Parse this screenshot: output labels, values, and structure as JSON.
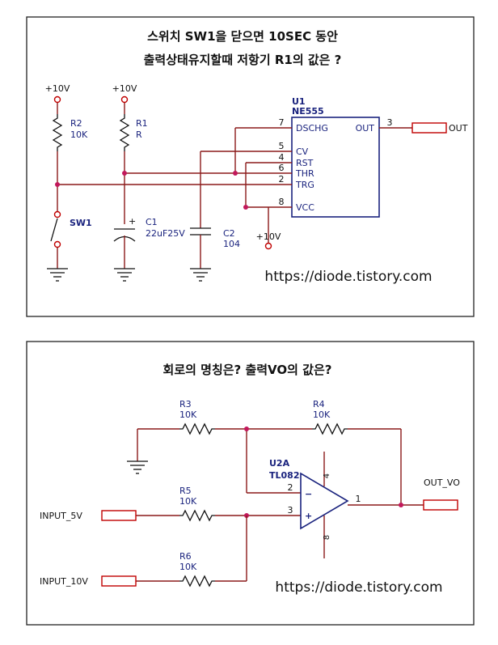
{
  "panel1": {
    "title_line1": "스위치 SW1을 닫으면 10SEC 동안",
    "title_line2": "출력상태유지할때 저항기 R1의 값은 ?",
    "url": "https://diode.tistory.com",
    "supply_r2": "+10V",
    "supply_r1": "+10V",
    "supply_vcc": "+10V",
    "r2_name": "R2",
    "r2_value": "10K",
    "r1_name": "R1",
    "r1_value": "R",
    "c1_name": "C1",
    "c1_value": "22uF25V",
    "c1_plus": "+",
    "c2_name": "C2",
    "c2_value": "104",
    "sw_name": "SW1",
    "ic_ref": "U1",
    "ic_part": "NE555",
    "pins": {
      "dschg_label": "DSCHG",
      "dschg_num": "7",
      "cv_label": "CV",
      "cv_num": "5",
      "rst_label": "RST",
      "rst_num": "4",
      "thr_label": "THR",
      "thr_num": "6",
      "trg_label": "TRG",
      "trg_num": "2",
      "vcc_label": "VCC",
      "vcc_num": "8",
      "out_label": "OUT",
      "out_num": "3"
    },
    "out_port": "OUT"
  },
  "panel2": {
    "title": "회로의 명칭은? 출력VO의 값은?",
    "url": "https://diode.tistory.com",
    "r3_name": "R3",
    "r3_value": "10K",
    "r4_name": "R4",
    "r4_value": "10K",
    "r5_name": "R5",
    "r5_value": "10K",
    "r6_name": "R6",
    "r6_value": "10K",
    "op_ref": "U2A",
    "op_part": "TL082",
    "pin_inv": "2",
    "pin_noninv": "3",
    "pin_out": "1",
    "pin_vpos": "4",
    "pin_vneg": "8",
    "minus_sign": "−",
    "plus_sign": "+",
    "input1": "INPUT_5V",
    "input2": "INPUT_10V",
    "output": "OUT_VO"
  }
}
